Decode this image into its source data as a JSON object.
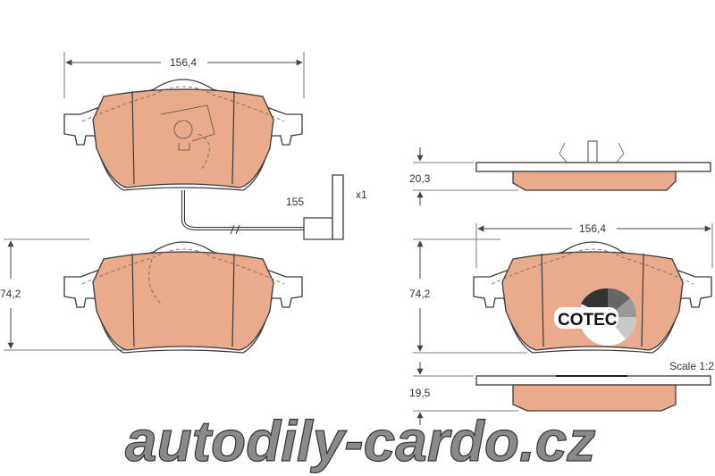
{
  "dimensions": {
    "top_width": "156,4",
    "sensor_length": "155",
    "sensor_qty": "x1",
    "left_height": "74,2",
    "side_thickness_top": "20,3",
    "right_width": "156,4",
    "right_height": "74,2",
    "scale": "Scale 1:2",
    "side_thickness_bottom": "19,5"
  },
  "logo": {
    "text": "COTEC"
  },
  "watermark": {
    "text": "autodily-cardo.cz"
  },
  "colors": {
    "friction": "#e9ab8c",
    "outline": "#3a3a3a"
  }
}
